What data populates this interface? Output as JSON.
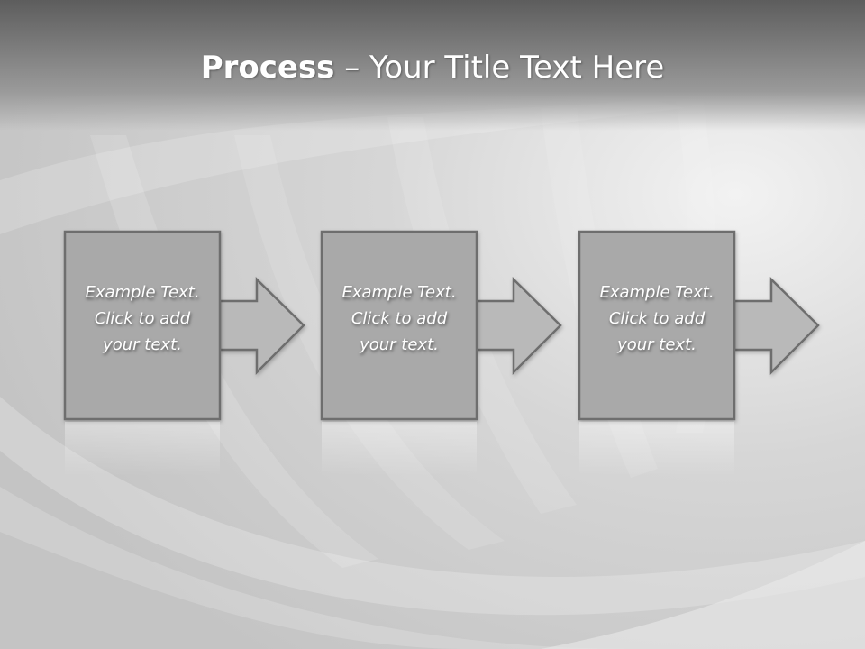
{
  "slide": {
    "title_bold": "Process",
    "title_rest": " – Your Title Text Here"
  },
  "steps": [
    {
      "text": "Example Text.\nClick  to add\nyour text."
    },
    {
      "text": "Example Text.\nClick  to add\nyour text."
    },
    {
      "text": "Example Text.\nClick  to add\nyour text."
    }
  ],
  "colors": {
    "box_fill": "#a9a9a9",
    "box_stroke": "#6e6e6e",
    "arrow_fill": "#b9b9b9",
    "text": "#ffffff"
  }
}
